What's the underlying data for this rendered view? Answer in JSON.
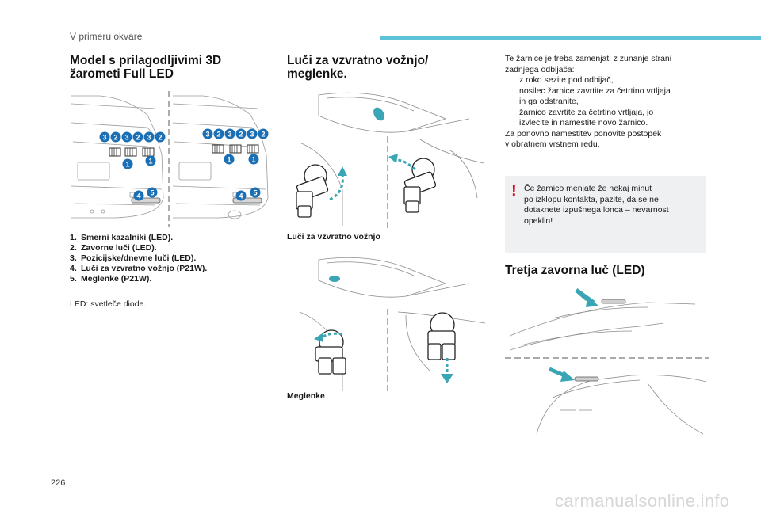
{
  "header": {
    "section_title": "V primeru okvare"
  },
  "col1": {
    "title_line1": "Model s prilagodljivimi 3D",
    "title_line2": "žarometi Full LED",
    "badges_left": [
      "3",
      "2",
      "3",
      "2",
      "3",
      "2"
    ],
    "badges_right": [
      "3",
      "2",
      "3",
      "2",
      "3",
      "2"
    ],
    "list": [
      {
        "num": "1.",
        "text": "Smerni kazalniki (LED)."
      },
      {
        "num": "2.",
        "text": "Zavorne luči (LED)."
      },
      {
        "num": "3.",
        "text": "Pozicijske/dnevne luči (LED)."
      },
      {
        "num": "4.",
        "text": "Luči za vzvratno vožnjo (P21W)."
      },
      {
        "num": "5.",
        "text": "Meglenke (P21W)."
      }
    ],
    "note": "LED: svetleče diode."
  },
  "col2": {
    "title_line1": "Luči za vzvratno vožnjo/",
    "title_line2": "meglenke.",
    "caption_reverse": "Luči za vzvratno vožnjo",
    "caption_fog": "Meglenke"
  },
  "col3": {
    "intro_line1": "Te žarnice je treba zamenjati z zunanje strani",
    "intro_line2": "zadnjega odbijača:",
    "bullet_symbol": "",
    "bullets": [
      {
        "line1": "z roko sezite pod odbijač,",
        "line2": ""
      },
      {
        "line1": "nosilec žarnice zavrtite za četrtino vrtljaja",
        "line2": "in ga odstranite,"
      },
      {
        "line1": "žarnico zavrtite za četrtino vrtljaja, jo",
        "line2": "izvlecite in namestite novo žarnico."
      }
    ],
    "outro_line1": "Za ponovno namestitev ponovite postopek",
    "outro_line2": "v obratnem vrstnem redu.",
    "warning_mark": "!",
    "warning_lines": [
      "Če žarnico menjate že nekaj minut",
      "po izklopu kontakta, pazite, da se ne",
      "dotaknete izpušnega lonca – nevarnost",
      "opeklin!"
    ],
    "third_brake_title": "Tretja zavorna luč (LED)"
  },
  "footer": {
    "page_number": "226",
    "watermark": "carmanualsonline.info"
  },
  "colors": {
    "accent": "#5ec3d9",
    "badge_blue": "#1a6fb5",
    "arrow_teal": "#3aa6b5",
    "warning_red": "#e1001a"
  }
}
